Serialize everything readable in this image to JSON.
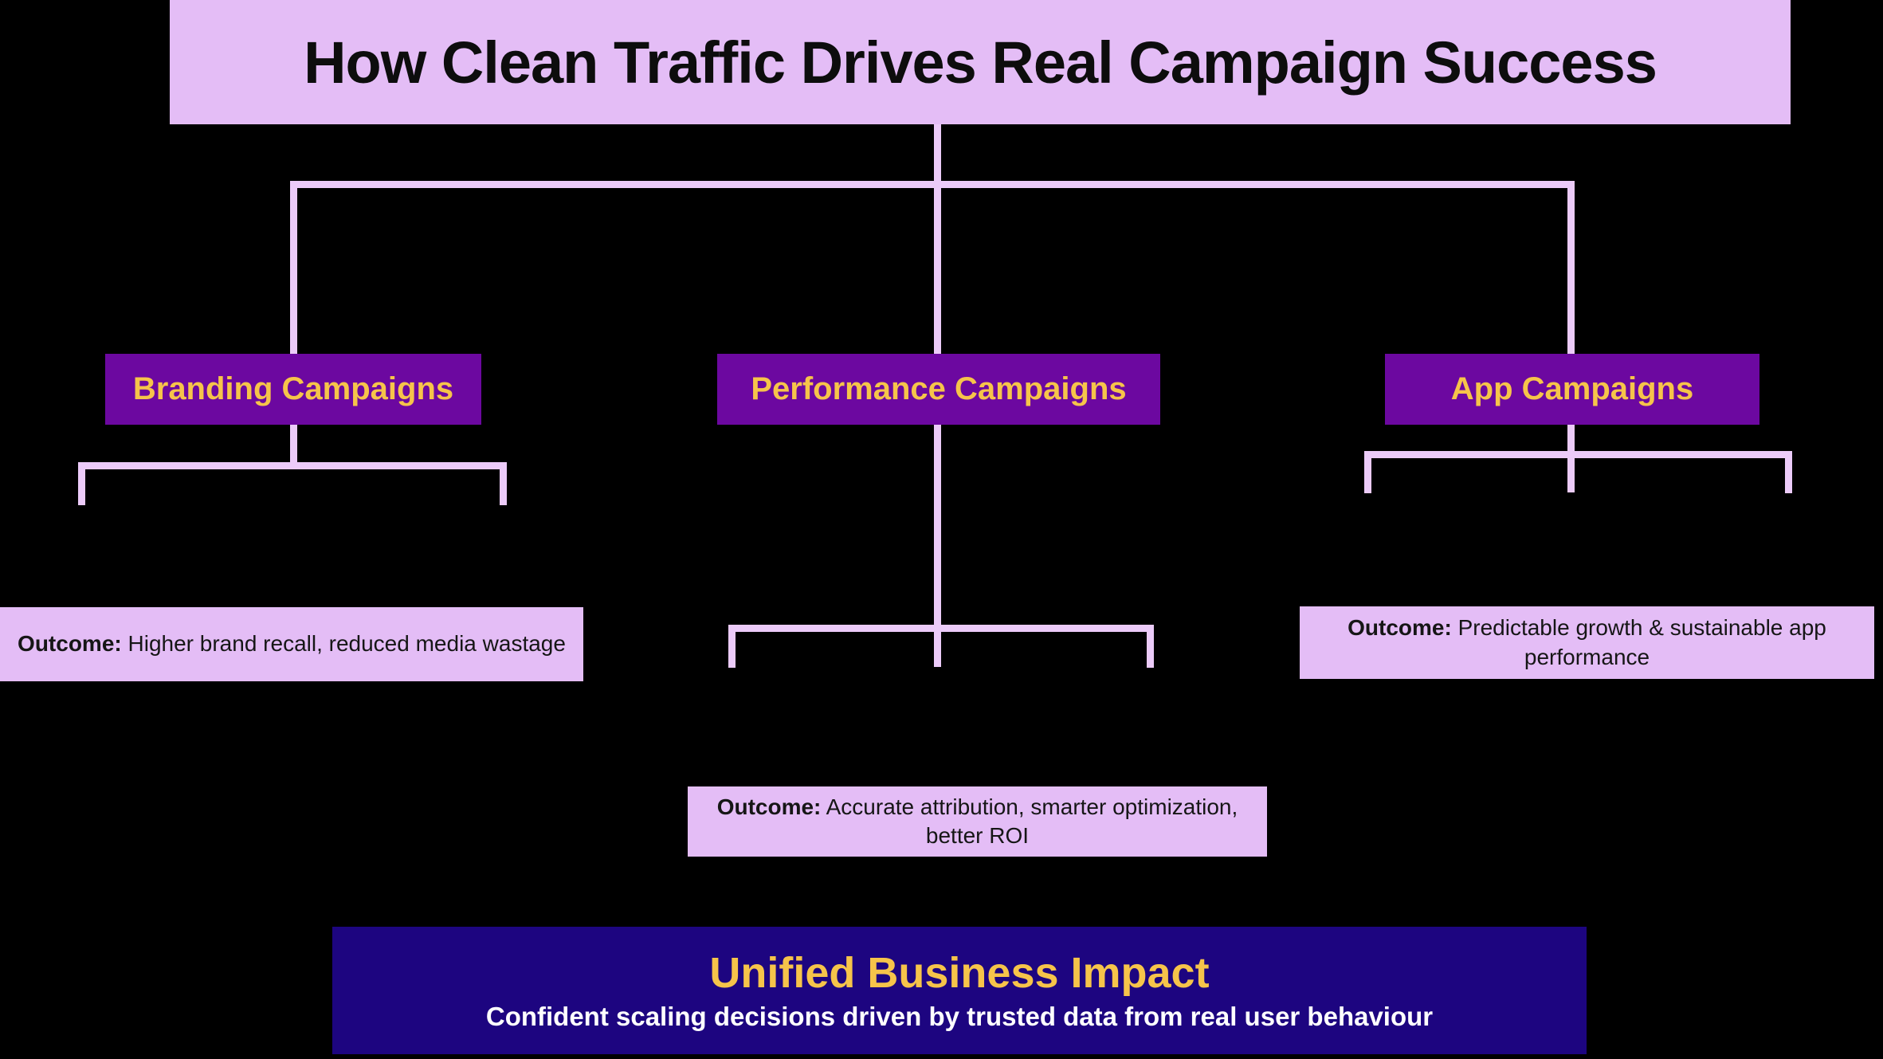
{
  "title": "How Clean Traffic Drives Real Campaign Success",
  "branches": [
    {
      "label": "Branding Campaigns",
      "outcome_label": "Outcome:",
      "outcome_text": "Higher brand recall, reduced media wastage"
    },
    {
      "label": "Performance Campaigns",
      "outcome_label": "Outcome:",
      "outcome_text": "Accurate attribution, smarter optimization, better ROI"
    },
    {
      "label": "App Campaigns",
      "outcome_label": "Outcome:",
      "outcome_text": "Predictable growth & sustainable app performance"
    }
  ],
  "footer": {
    "title": "Unified Business Impact",
    "subtitle": "Confident scaling decisions driven by trusted data from real user behaviour"
  },
  "colors": {
    "background": "#000000",
    "lavender": "#E4BDF6",
    "line": "#ECCBF9",
    "purple": "#6C08A0",
    "yellow": "#F6C44A",
    "indigo": "#1D0580",
    "text-dark": "#161616",
    "white": "#FFFFFF"
  }
}
